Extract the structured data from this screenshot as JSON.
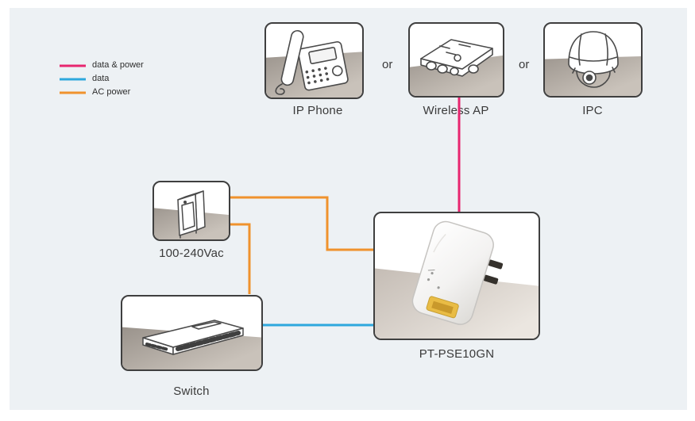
{
  "legend": {
    "items": [
      {
        "id": "data-power",
        "label": "data & power",
        "color": "#e7266f"
      },
      {
        "id": "data",
        "label": "data",
        "color": "#2ea8dd"
      },
      {
        "id": "ac-power",
        "label": "AC power",
        "color": "#f0922d"
      }
    ]
  },
  "devices": {
    "ip_phone": {
      "label": "IP Phone"
    },
    "wireless_ap": {
      "label": "Wireless AP"
    },
    "ipc": {
      "label": "IPC"
    },
    "power": {
      "label": "100-240Vac"
    },
    "switch": {
      "label": "Switch"
    },
    "pse": {
      "label": "PT-PSE10GN"
    }
  },
  "connectors": {
    "or_1": "or",
    "or_2": "or"
  },
  "links": [
    {
      "from": "Wireless AP",
      "to": "PT-PSE10GN",
      "type": "data & power"
    },
    {
      "from": "100-240Vac",
      "to": "PT-PSE10GN",
      "type": "AC power"
    },
    {
      "from": "100-240Vac",
      "to": "Switch",
      "type": "AC power"
    },
    {
      "from": "Switch",
      "to": "PT-PSE10GN",
      "type": "data"
    }
  ],
  "colors": {
    "panel_bg": "#edf1f4",
    "box_border": "#3f3f3f",
    "label_text": "#3a3a3a"
  }
}
